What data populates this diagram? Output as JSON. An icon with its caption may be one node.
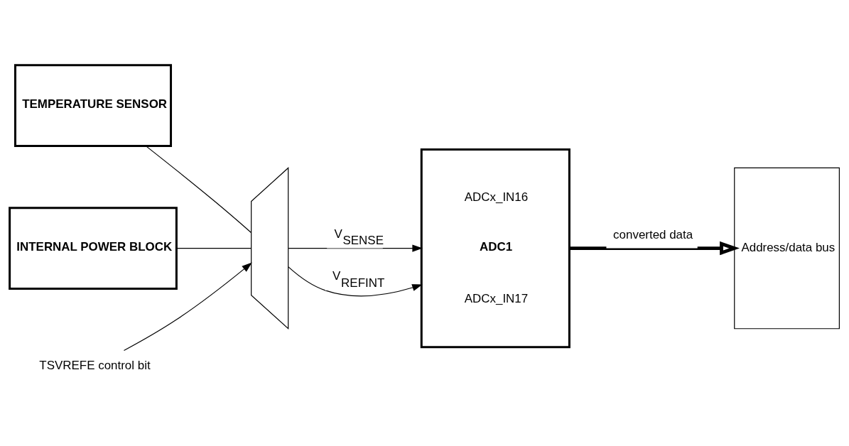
{
  "diagram": {
    "nodes": [
      {
        "text": [
          "TEMPERATURE SENSOR"
        ]
      },
      {
        "text": [
          "INTERNAL POWER BLOCK"
        ]
      },
      {
        "text": [],
        "shape": "trapezoid"
      },
      {
        "text": [
          "ADCx_IN16",
          "ADC1",
          "ADCx_IN17"
        ]
      },
      {
        "text": [
          "Address/data bus"
        ]
      },
      {
        "text": [
          "TSVREFE control bit"
        ]
      }
    ],
    "edges": [
      {
        "from": 5,
        "to": 2,
        "arrow": "to"
      },
      {
        "from": 0,
        "to": 2,
        "arrow": "none"
      },
      {
        "from": 1,
        "to": 2,
        "arrow": "none"
      },
      {
        "from": 2,
        "to": 3,
        "arrow": "to",
        "label": "V$_{SENSE}$"
      },
      {
        "from": 2,
        "to": 3,
        "arrow": "to",
        "label": "V$_{REFINT}$"
      },
      {
        "from": 3,
        "to": 4,
        "arrow": "to",
        "label": "converted data",
        "style": "thick"
      }
    ]
  }
}
